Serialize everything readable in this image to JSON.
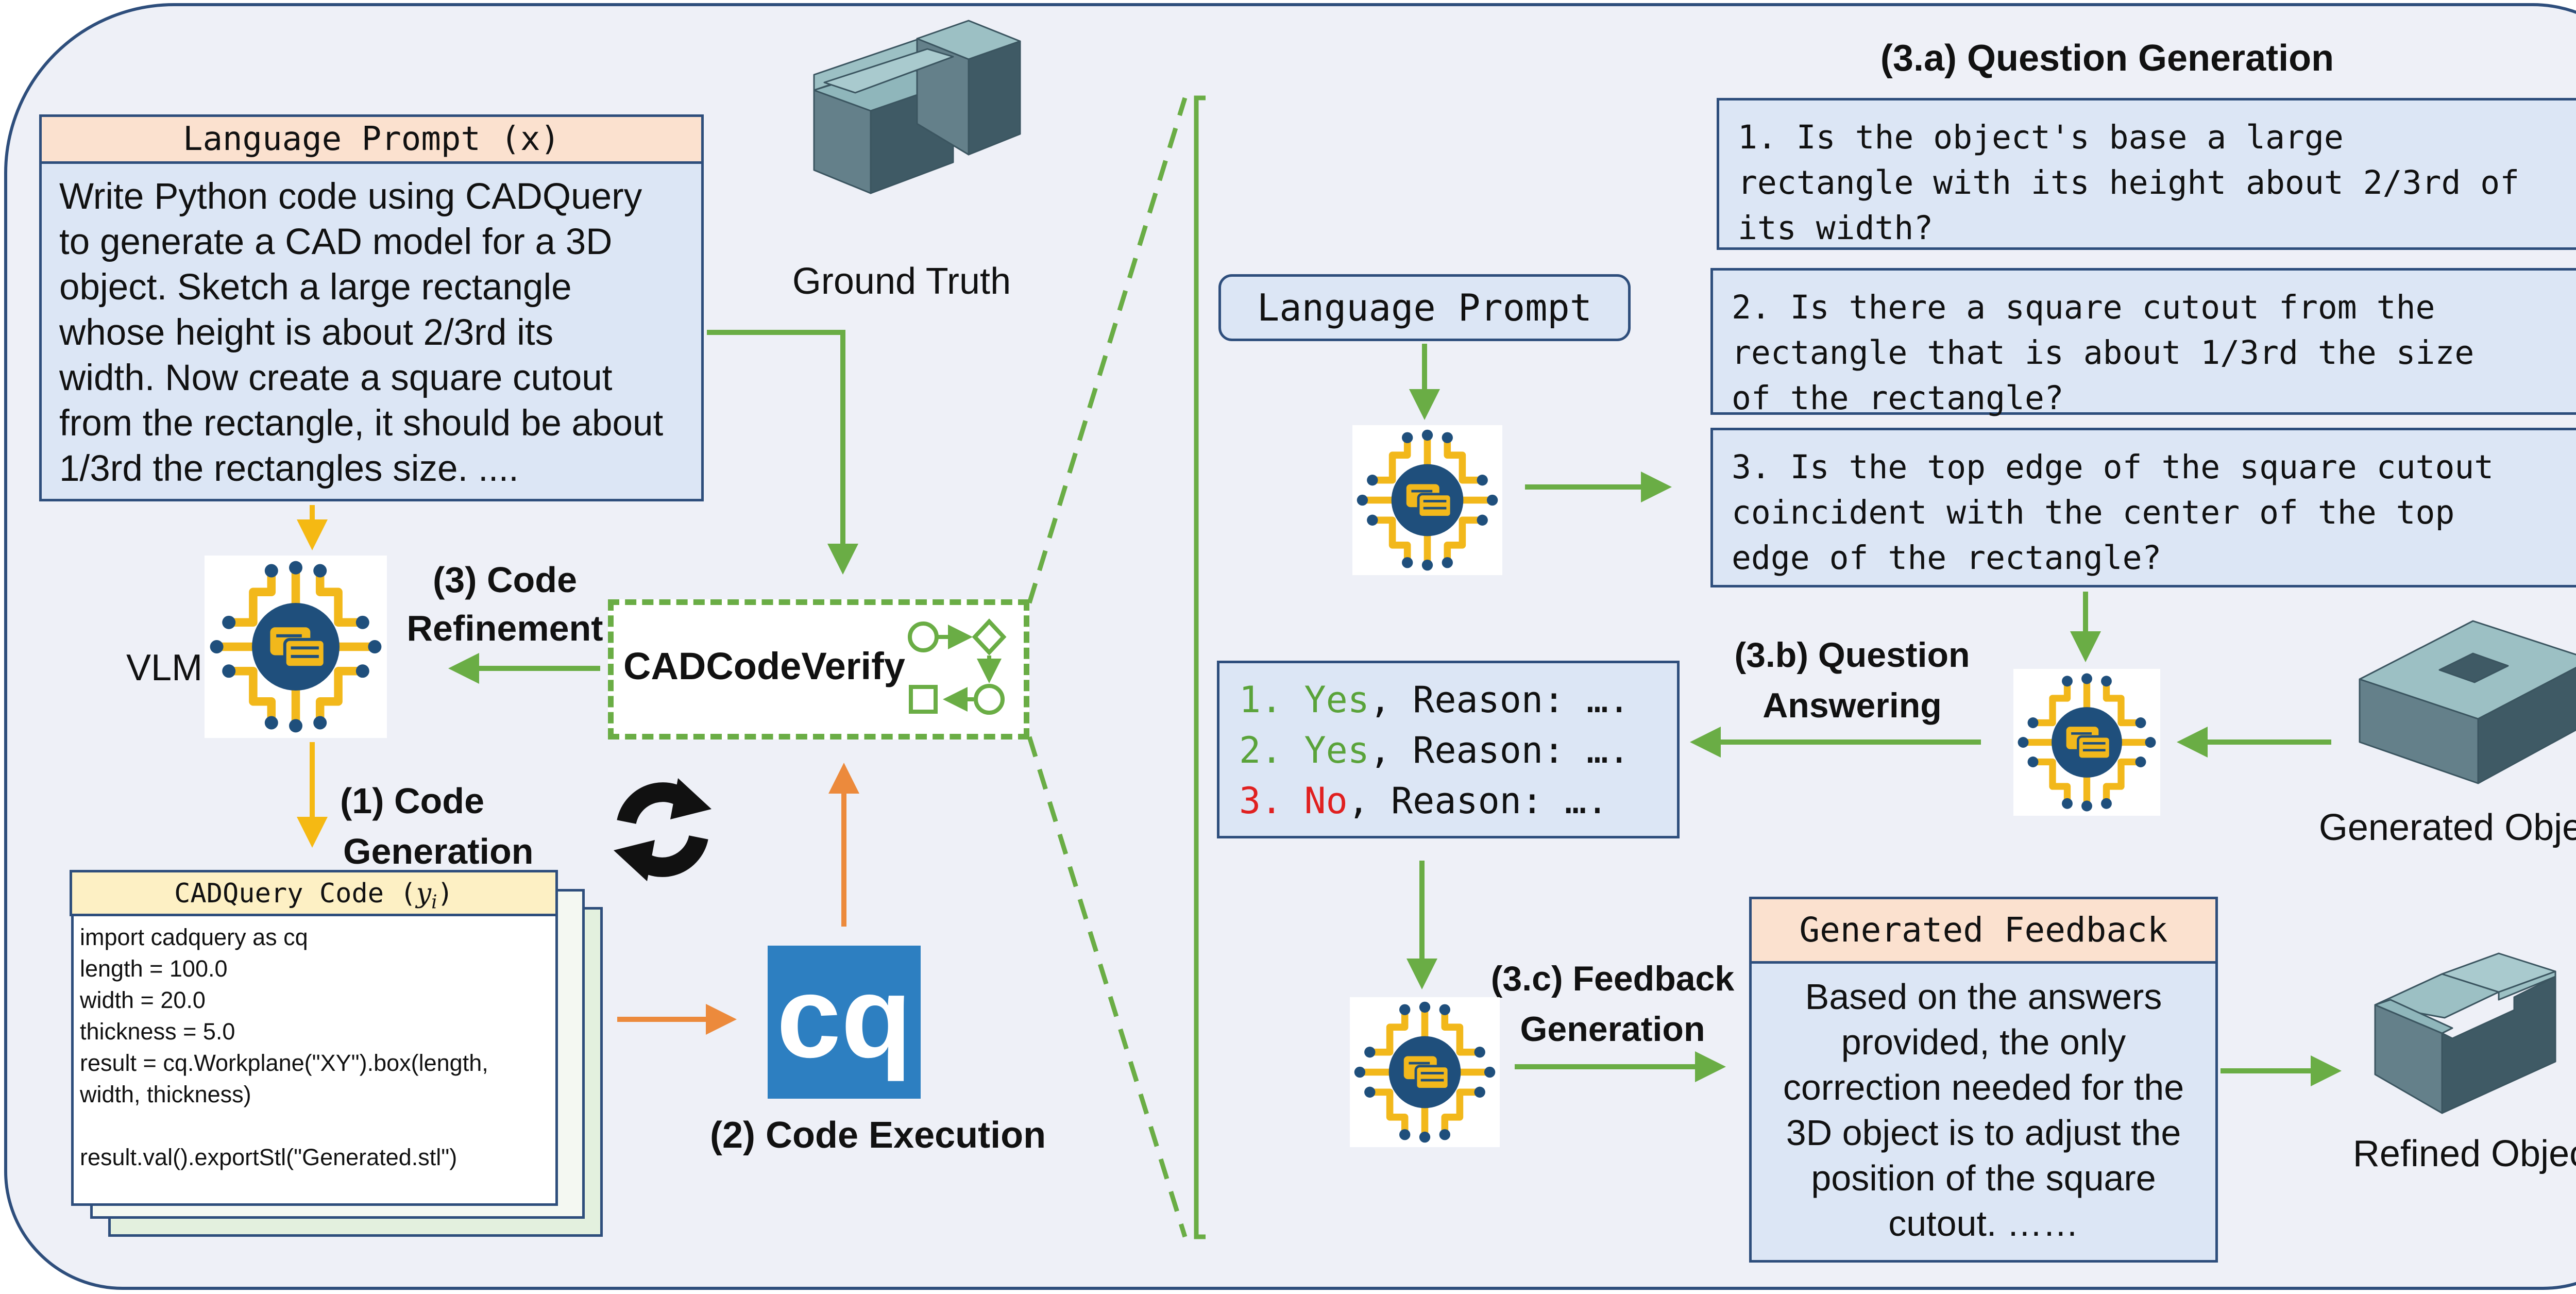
{
  "left": {
    "language_prompt": {
      "header": "Language Prompt (x)",
      "lines": [
        "Write Python code using CADQuery",
        "to generate a CAD model for a 3D",
        "object. Sketch a large rectangle",
        "whose height is about 2/3rd its",
        "width. Now create a square cutout",
        "from the rectangle, it should be about",
        "1/3rd the rectangles size. ...."
      ]
    },
    "ground_truth_label": "Ground Truth",
    "vlm_label": "VLM",
    "code_refinement_label": [
      "(3) Code",
      "Refinement"
    ],
    "code_generation_label": [
      "(1) Code",
      "Generation"
    ],
    "cadcodeverify_label": "CADCodeVerify",
    "code_execution_label": "(2) Code Execution",
    "cq_logo_text": "cq",
    "cadquery_code": {
      "header_prefix": "CADQuery Code (",
      "header_var": "y",
      "header_sub": "i",
      "header_suffix": ")",
      "lines": [
        "import cadquery as cq",
        "length = 100.0",
        "width = 20.0",
        "thickness = 5.0",
        "result = cq.Workplane(\"XY\").box(length,",
        "width, thickness)",
        "",
        "result.val().exportStl(\"Generated.stl\")"
      ]
    }
  },
  "right": {
    "question_generation_title": "(3.a) Question Generation",
    "language_prompt_label": "Language Prompt",
    "questions": [
      [
        "1. Is the object's base a large",
        "rectangle with its height about 2/3rd of",
        "its width?"
      ],
      [
        "2. Is there a square cutout from the",
        "rectangle that is about 1/3rd the size",
        "of the rectangle?"
      ],
      [
        "3. Is the top edge of the square cutout",
        "coincident with the center of the top",
        "edge of the rectangle?"
      ]
    ],
    "question_answering_label": [
      "(3.b) Question",
      "Answering"
    ],
    "answers": [
      {
        "num": "1.",
        "verdict": "Yes",
        "rest": ", Reason: …."
      },
      {
        "num": "2.",
        "verdict": "Yes",
        "rest": ", Reason: …."
      },
      {
        "num": "3.",
        "verdict": "No",
        "rest": ", Reason: …."
      }
    ],
    "generated_object_label": "Generated Object",
    "feedback_generation_label": [
      "(3.c) Feedback",
      "Generation"
    ],
    "generated_feedback": {
      "header": "Generated Feedback",
      "lines": [
        "Based on the answers",
        "provided, the only",
        "correction needed for the",
        "3D object is to adjust the",
        "position of the square",
        "cutout. ……"
      ]
    },
    "refined_object_label": "Refined Object"
  },
  "colors": {
    "frame": "#2e4e7c",
    "panel_bg": "#eef0f7",
    "box_blue": "#dce6f5",
    "header_peach": "#fbe1cf",
    "arrow_green": "#6aad45",
    "arrow_yellow": "#f5b913",
    "arrow_orange": "#ec8a3c",
    "cq_blue": "#2d7fc1",
    "answer_green": "#5aa33a",
    "answer_red": "#e02020"
  }
}
